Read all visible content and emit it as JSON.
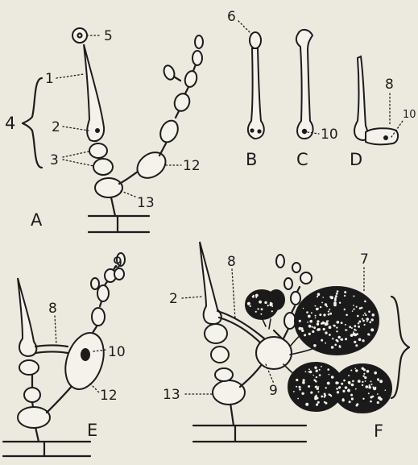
{
  "figure": {
    "panels": {
      "a": "A",
      "b": "B",
      "c": "C",
      "d": "D",
      "e": "E",
      "f": "F"
    },
    "labels": {
      "n1": "1",
      "n2": "2",
      "n3": "3",
      "n4": "4",
      "n5": "5",
      "n6": "6",
      "n7": "7",
      "n8": "8",
      "n9": "9",
      "n10": "10",
      "n12": "12",
      "n13": "13"
    },
    "colors": {
      "paper": "#ece9df",
      "ink": "#1c1c1c"
    }
  }
}
